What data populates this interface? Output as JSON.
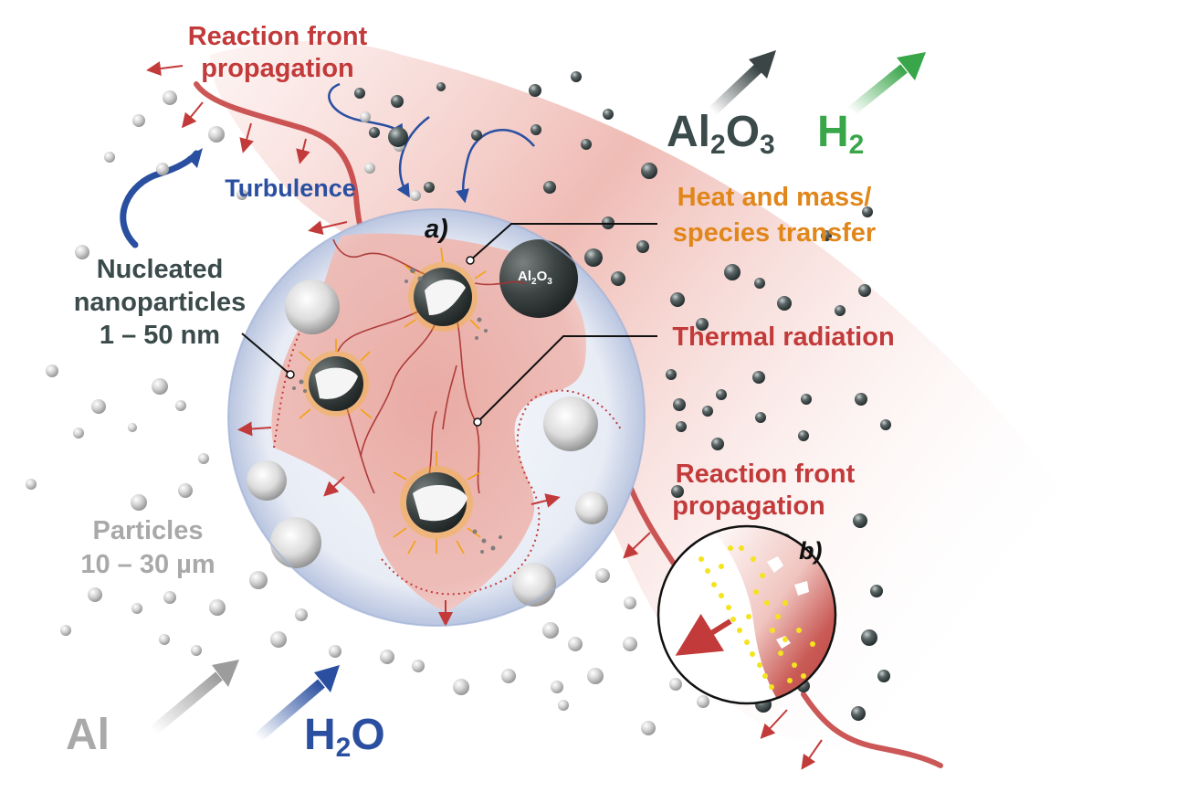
{
  "labels": {
    "reaction_front_top_line1": "Reaction front",
    "reaction_front_top_line2": "propagation",
    "turbulence": "Turbulence",
    "nucleated_line1": "Nucleated",
    "nucleated_line2": "nanoparticles",
    "nucleated_line3": "1 – 50 nm",
    "particles_line1": "Particles",
    "particles_line2": "10 – 30 µm",
    "heat_line1": "Heat and mass/",
    "heat_line2": "species transfer",
    "thermal_radiation": "Thermal radiation",
    "reaction_front_bottom_line1": "Reaction front",
    "reaction_front_bottom_line2": "propagation",
    "inset_a": "a)",
    "inset_b": "b)",
    "al2o3_particle_base": "Al",
    "al2o3_particle_sub1": "2",
    "al2o3_particle_mid": "O",
    "al2o3_particle_sub2": "3",
    "product_al2o3_base": "Al",
    "product_al2o3_sub1": "2",
    "product_al2o3_mid": "O",
    "product_al2o3_sub2": "3",
    "product_h2_base": "H",
    "product_h2_sub": "2",
    "reactant_al": "Al",
    "reactant_h2o_base": "H",
    "reactant_h2o_sub": "2",
    "reactant_h2o_end": "O"
  },
  "colors": {
    "reaction_red": "#c23a3a",
    "turbulence_blue": "#2a4fa0",
    "heat_orange": "#e0861a",
    "oxide_dark": "#3b4a4a",
    "aluminum_grey": "#a9a9a9",
    "hydrogen_green": "#3aa64a"
  }
}
